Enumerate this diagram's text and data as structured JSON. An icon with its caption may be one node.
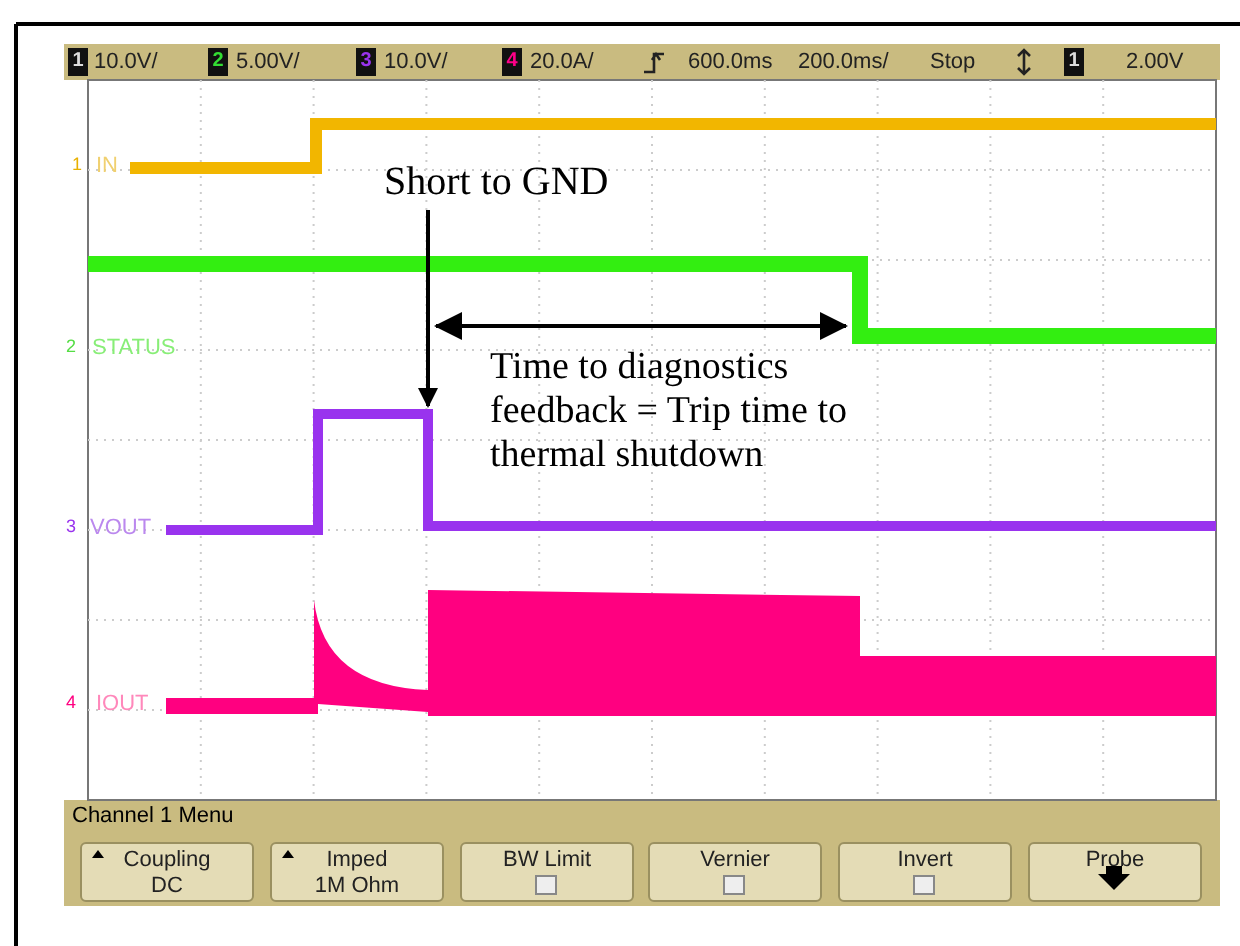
{
  "diagram": {
    "nodes": [
      {
        "text": [
          "Short to GND"
        ]
      },
      {
        "text": [],
        "shape": "line"
      }
    ],
    "edges": [
      {
        "from": 0,
        "to": 1,
        "arrow": "to"
      }
    ],
    "labels": [
      "1",
      "10.0V/",
      "2",
      "5.00V/",
      "3",
      "10.0V/",
      "4",
      "20.0A/",
      "600.0ms",
      "200.0ms/",
      "Stop",
      "1",
      "2.00V",
      "1",
      "IN",
      "2",
      "STATUS",
      "Time to diagnostics feedback = Trip time to thermal shutdown",
      "3",
      "VOUT",
      "4",
      "IOUT",
      "Channel 1 Menu",
      "Coupling",
      "DC",
      "Imped",
      "1M Ohm",
      "BW Limit",
      "Vernier",
      "Invert",
      "Probe"
    ]
  }
}
